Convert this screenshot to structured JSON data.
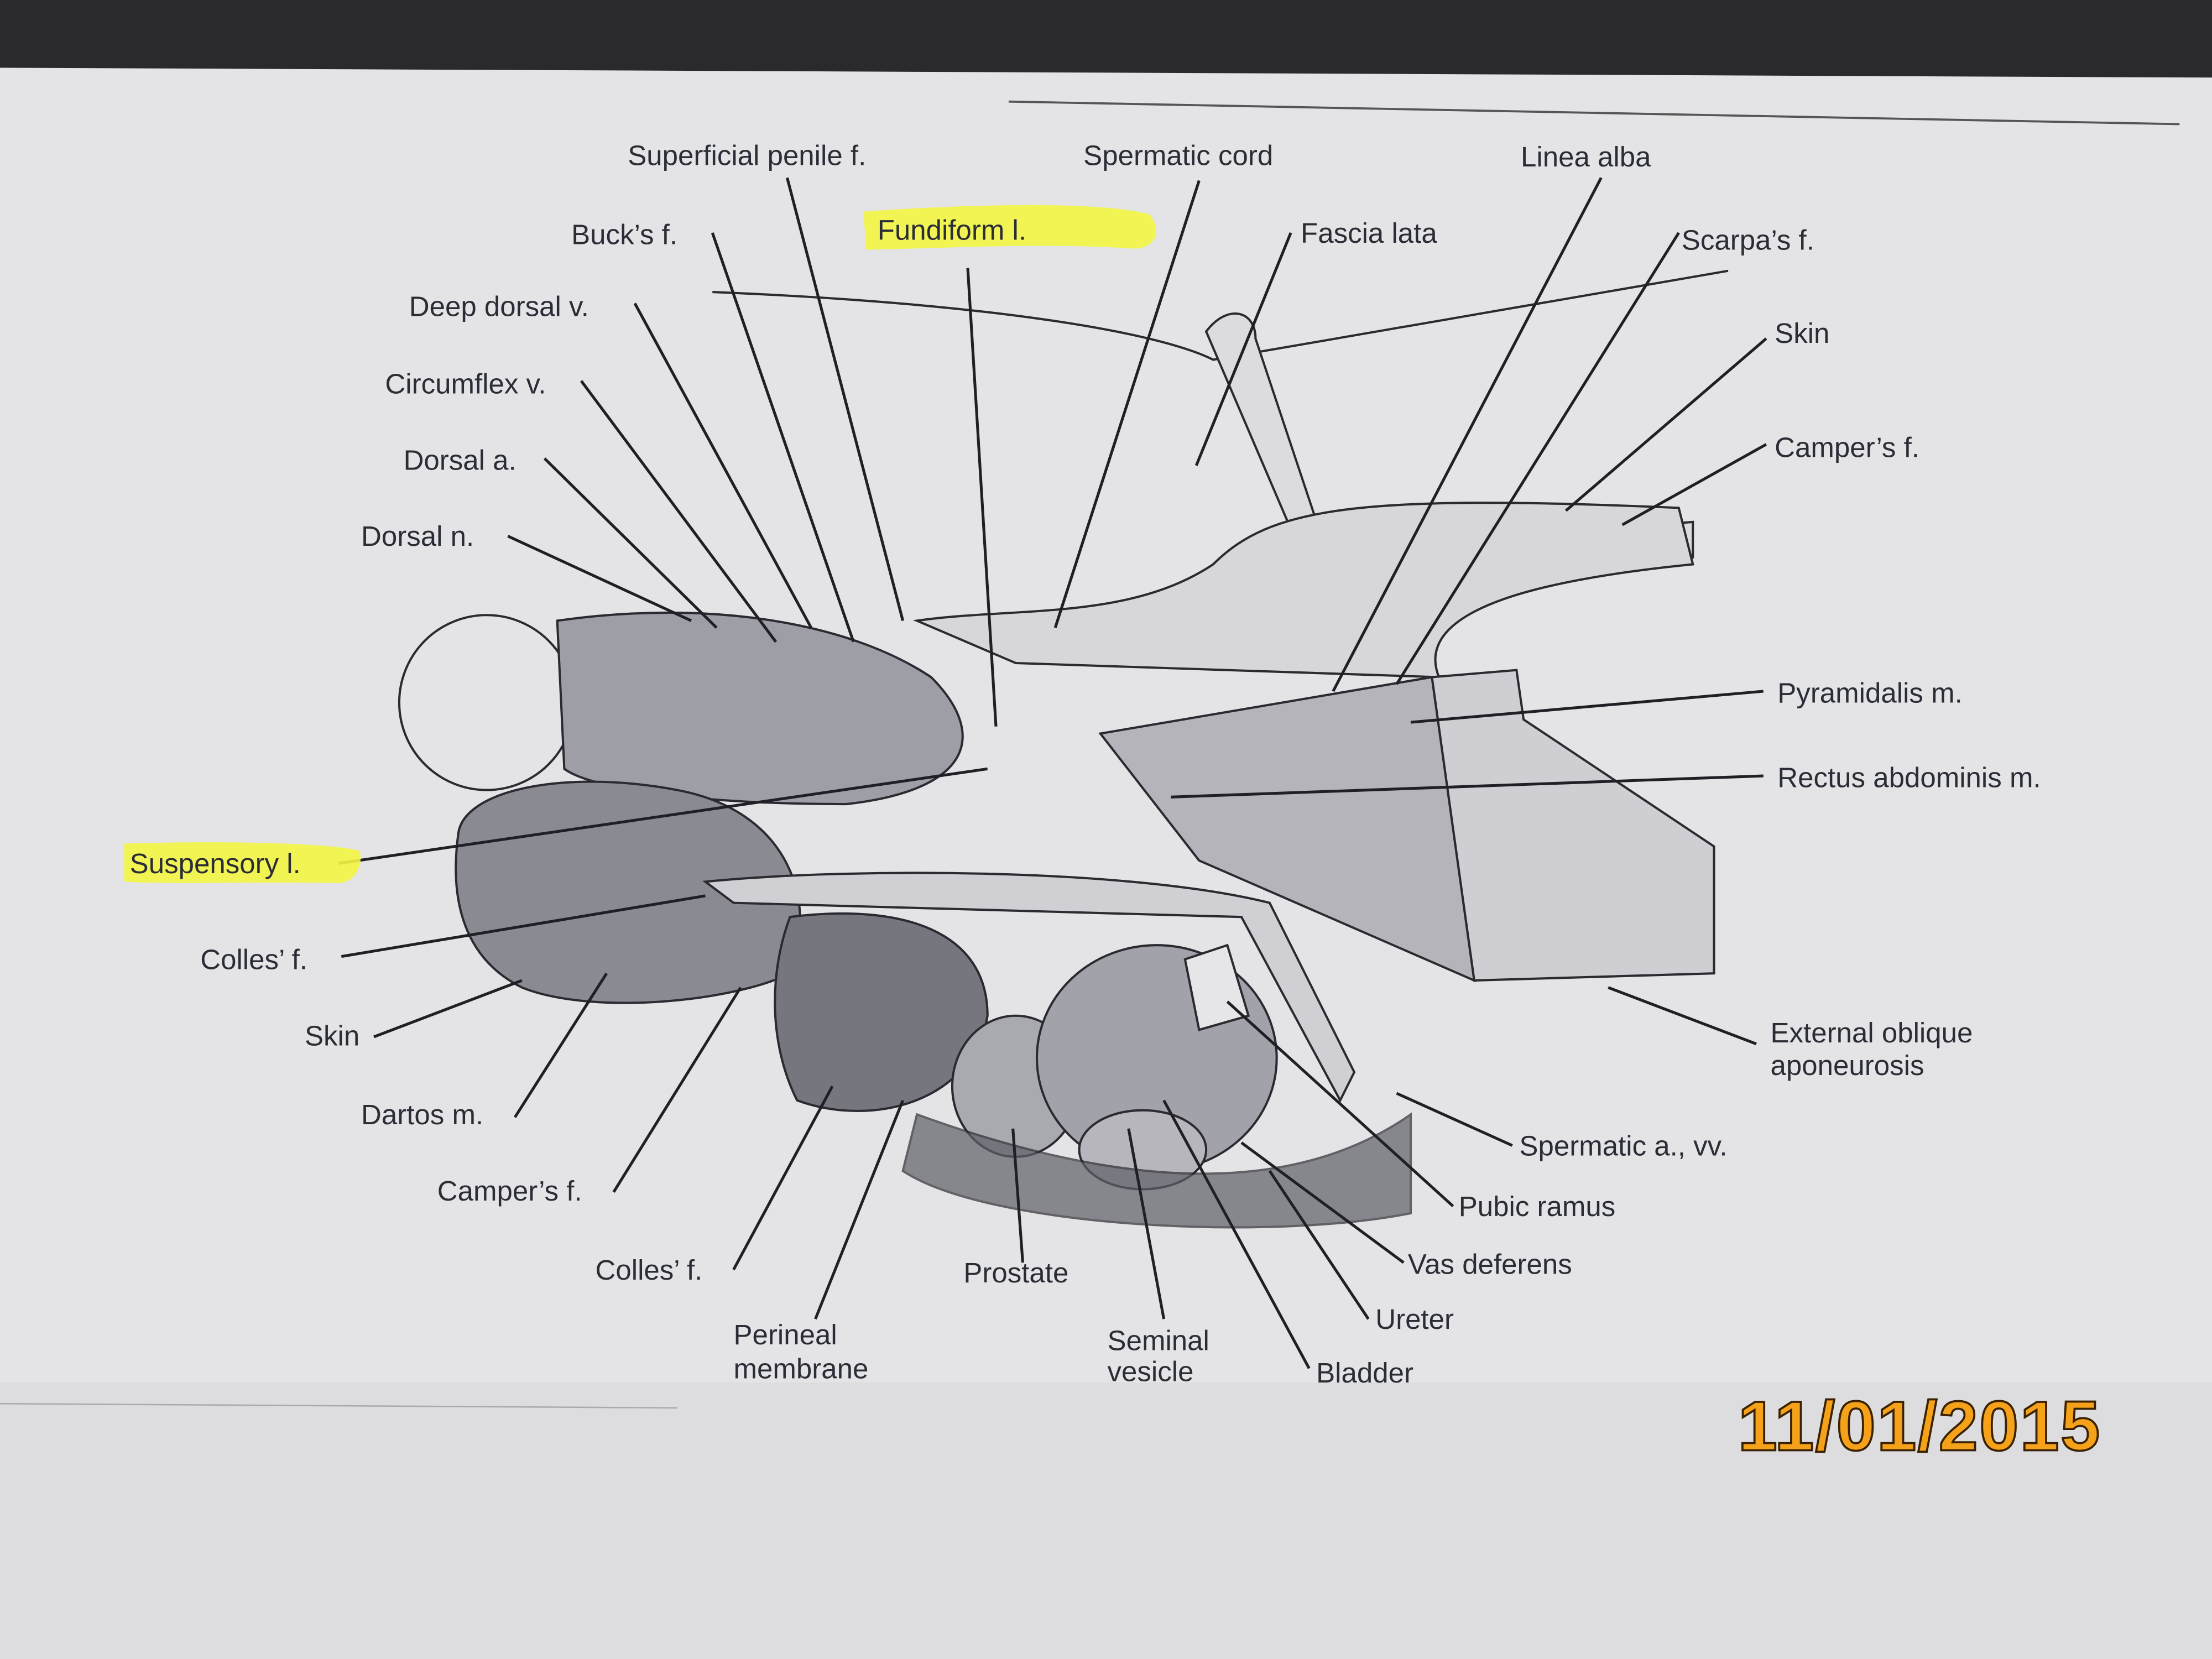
{
  "title": "Anatomy of the penile and inguinal region (lateral dissection)",
  "labels": {
    "superficial_penile_f": "Superficial penile f.",
    "spermatic_cord": "Spermatic cord",
    "linea_alba": "Linea alba",
    "bucks_f": "Buck’s f.",
    "fundiform_l": "Fundiform l.",
    "fascia_lata": "Fascia lata",
    "scarpas_f": "Scarpa’s f.",
    "deep_dorsal_v": "Deep dorsal v.",
    "skin_upper": "Skin",
    "circumflex_v": "Circumflex v.",
    "campers_f_upper": "Camper’s f.",
    "dorsal_a": "Dorsal a.",
    "dorsal_n": "Dorsal n.",
    "pyramidalis_m": "Pyramidalis m.",
    "rectus_abdominis_m": "Rectus abdominis m.",
    "suspensory_l": "Suspensory l.",
    "colles_f_upper": "Colles’ f.",
    "skin_lower": "Skin",
    "external_oblique_1": "External oblique",
    "external_oblique_2": "aponeurosis",
    "dartos_m": "Dartos m.",
    "spermatic_a_vv": "Spermatic a., vv.",
    "campers_f_lower": "Camper’s f.",
    "pubic_ramus": "Pubic ramus",
    "colles_f_lower": "Colles’ f.",
    "vas_deferens": "Vas deferens",
    "prostate": "Prostate",
    "ureter": "Ureter",
    "perineal_membrane_1": "Perineal",
    "perineal_membrane_2": "membrane",
    "seminal_vesicle_1": "Seminal",
    "seminal_vesicle_2": "vesicle",
    "bladder": "Bladder"
  },
  "highlighted": [
    "Fundiform l.",
    "Suspensory l."
  ],
  "date_stamp": "11/01/2015",
  "colors": {
    "paper": "#e6e6e8",
    "highlight": "#f2f542",
    "stamp": "#f5a21a",
    "ink": "#2b2d36"
  }
}
